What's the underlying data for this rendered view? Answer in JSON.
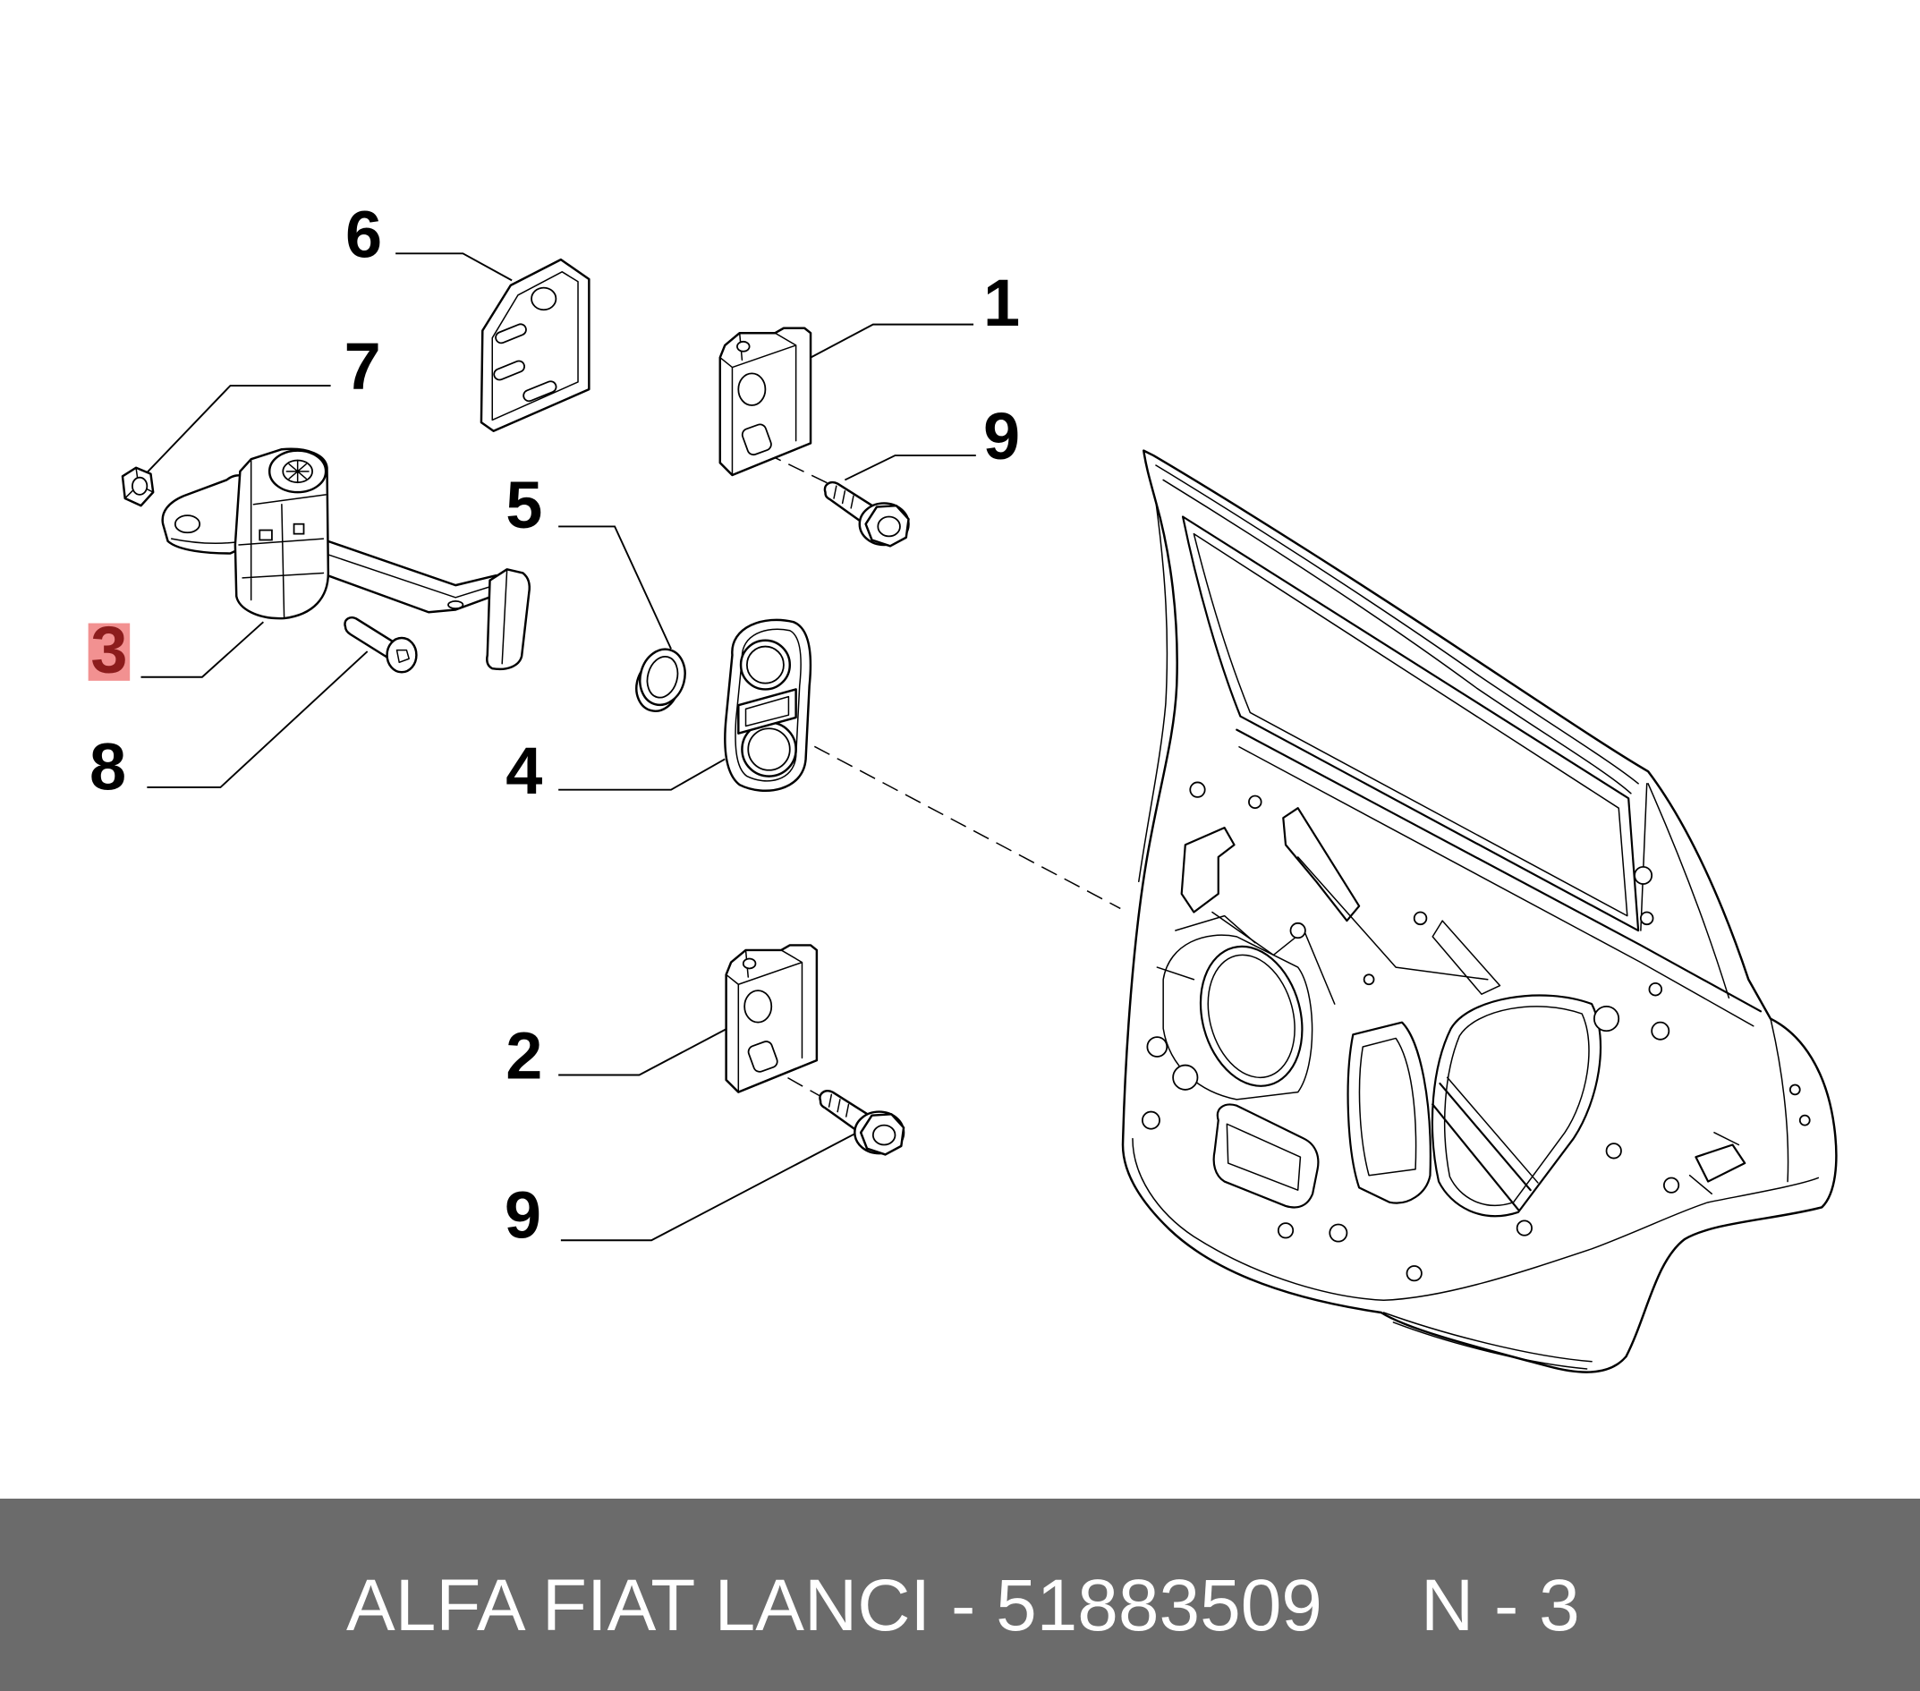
{
  "diagram": {
    "callouts": [
      {
        "label": "6"
      },
      {
        "label": "1"
      },
      {
        "label": "7"
      },
      {
        "label": "9"
      },
      {
        "label": "5"
      },
      {
        "label": "3",
        "highlighted": true
      },
      {
        "label": "8"
      },
      {
        "label": "4"
      },
      {
        "label": "2"
      },
      {
        "label": "9"
      }
    ]
  },
  "footer": {
    "part_text": "ALFA FIAT LANCI - 51883509",
    "ref_text": "N - 3"
  },
  "colors": {
    "background": "#ffffff",
    "line": "#000000",
    "highlight": "#f29191",
    "highlight_text": "#8c1c1c",
    "footer_bg": "#6b6b6b",
    "footer_text": "#ffffff"
  }
}
